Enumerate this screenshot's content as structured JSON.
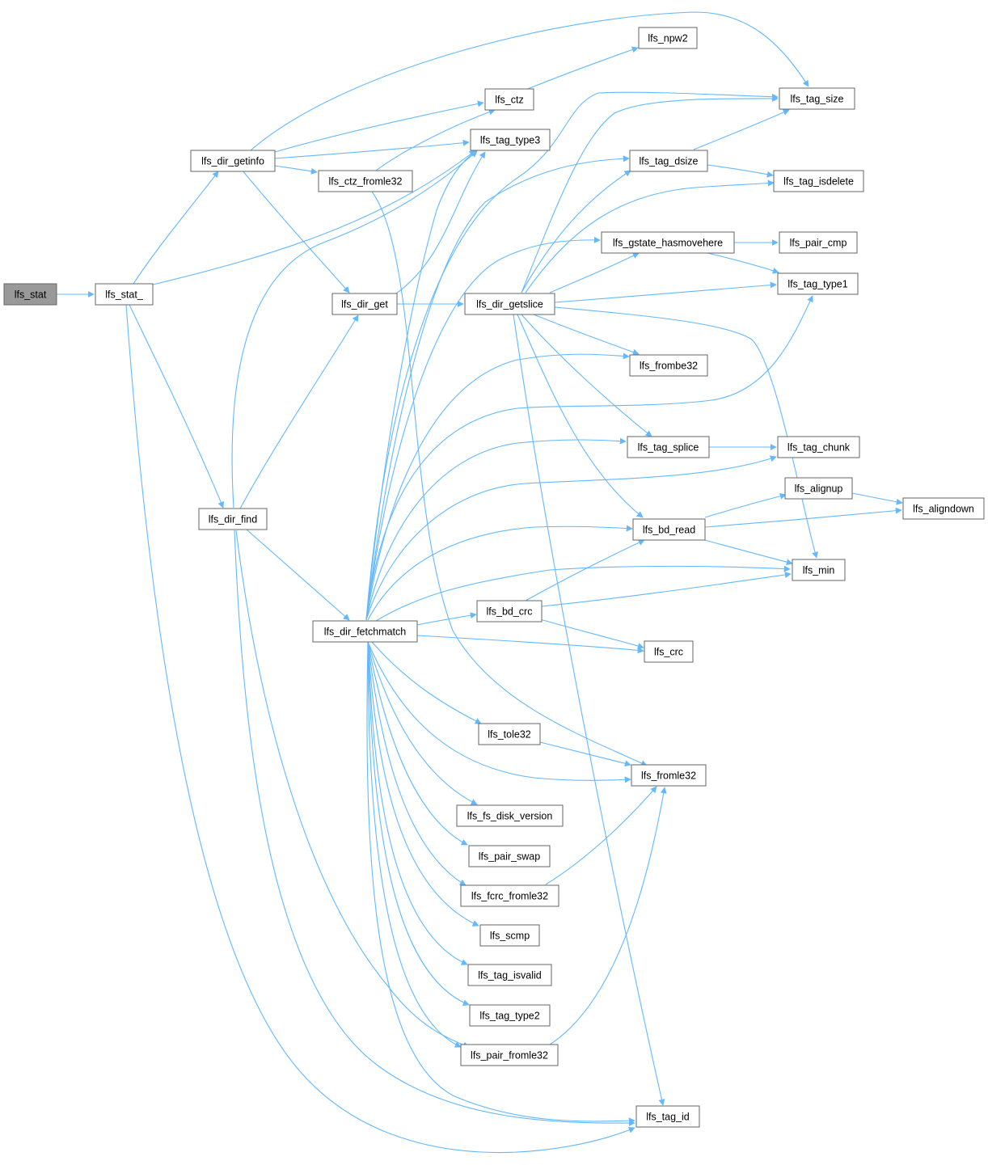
{
  "nodes": {
    "lfs_stat": "lfs_stat",
    "lfs_stat_": "lfs_stat_",
    "lfs_dir_getinfo": "lfs_dir_getinfo",
    "lfs_dir_find": "lfs_dir_find",
    "lfs_dir_get": "lfs_dir_get",
    "lfs_ctz": "lfs_ctz",
    "lfs_ctz_fromle32": "lfs_ctz_fromle32",
    "lfs_tag_type3": "lfs_tag_type3",
    "lfs_npw2": "lfs_npw2",
    "lfs_tag_size": "lfs_tag_size",
    "lfs_tag_dsize": "lfs_tag_dsize",
    "lfs_tag_isdelete": "lfs_tag_isdelete",
    "lfs_gstate_hasmovehere": "lfs_gstate_hasmovehere",
    "lfs_pair_cmp": "lfs_pair_cmp",
    "lfs_tag_type1": "lfs_tag_type1",
    "lfs_dir_getslice": "lfs_dir_getslice",
    "lfs_frombe32": "lfs_frombe32",
    "lfs_tag_splice": "lfs_tag_splice",
    "lfs_tag_chunk": "lfs_tag_chunk",
    "lfs_alignup": "lfs_alignup",
    "lfs_aligndown": "lfs_aligndown",
    "lfs_bd_read": "lfs_bd_read",
    "lfs_min": "lfs_min",
    "lfs_bd_crc": "lfs_bd_crc",
    "lfs_dir_fetchmatch": "lfs_dir_fetchmatch",
    "lfs_crc": "lfs_crc",
    "lfs_tole32": "lfs_tole32",
    "lfs_fromle32": "lfs_fromle32",
    "lfs_fs_disk_version": "lfs_fs_disk_version",
    "lfs_pair_swap": "lfs_pair_swap",
    "lfs_fcrc_fromle32": "lfs_fcrc_fromle32",
    "lfs_scmp": "lfs_scmp",
    "lfs_tag_isvalid": "lfs_tag_isvalid",
    "lfs_tag_type2": "lfs_tag_type2",
    "lfs_pair_fromle32": "lfs_pair_fromle32",
    "lfs_tag_id": "lfs_tag_id"
  },
  "colors": {
    "edge": "#63b8ff",
    "root_fill": "#999999",
    "node_border": "#666666"
  }
}
